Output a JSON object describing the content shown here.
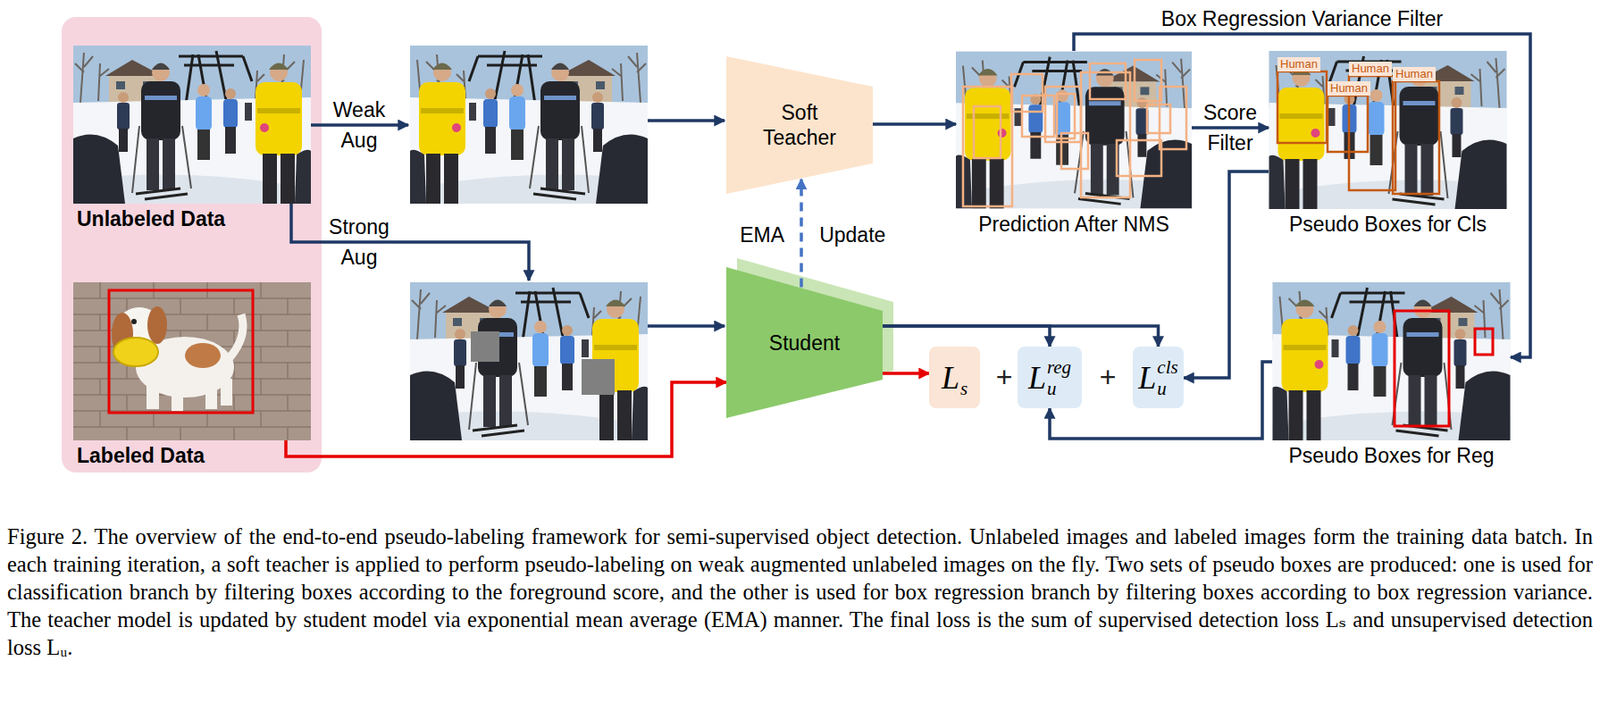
{
  "diagram": {
    "caption": "Figure 2. The overview of the end-to-end pseudo-labeling framework for semi-supervised object detection. Unlabeled images and labeled images form the training data batch. In each training iteration, a soft teacher is applied to perform pseudo-labeling on weak augmented unlabeled images on the fly. Two sets of pseudo boxes are produced: one is used for classification branch by filtering boxes according to the foreground score, and the other is used for box regression branch by filtering boxes according to box regression variance. The teacher model is updated by student model via exponential mean average (EMA) manner. The final loss is the sum of supervised detection loss Lₛ and unsupervised detection loss Lᵤ.",
    "nodes": [
      {
        "text": [
          "Unlabeled Data"
        ]
      },
      {
        "text": [
          "Labeled Data"
        ]
      },
      {
        "text": [
          "Soft Teacher"
        ]
      },
      {
        "text": [
          "Student"
        ]
      },
      {
        "text": [
          "Prediction After NMS"
        ]
      },
      {
        "text": [
          "Pseudo Boxes for Cls"
        ]
      },
      {
        "text": [
          "Pseudo Boxes for Reg"
        ]
      },
      {
        "text": [
          "L",
          "s"
        ]
      },
      {
        "text": [
          "L",
          "u",
          "reg"
        ]
      },
      {
        "text": [
          "L",
          "u",
          "cls"
        ]
      }
    ],
    "edges": [
      {
        "from": 2,
        "to": 4,
        "arrow": "to"
      },
      {
        "from": 4,
        "to": 5,
        "label": "Score Filter",
        "arrow": "to"
      },
      {
        "from": 4,
        "to": 6,
        "label": "Box Regression Variance Filter",
        "arrow": "to"
      },
      {
        "from": 3,
        "to": 2,
        "label": "EMA Update",
        "arrow": "to"
      },
      {
        "from": 3,
        "to": 7,
        "arrow": "to"
      },
      {
        "from": 3,
        "to": 8,
        "arrow": "to"
      },
      {
        "from": 3,
        "to": 9,
        "arrow": "to"
      },
      {
        "from": 5,
        "to": 9,
        "arrow": "to"
      },
      {
        "from": 6,
        "to": 8,
        "arrow": "to"
      },
      {
        "from": 1,
        "to": 3,
        "arrow": "to"
      }
    ],
    "labels": [
      "Weak Aug",
      "Strong Aug",
      "+",
      "+",
      "Human",
      "Human",
      "Human",
      "Human"
    ]
  }
}
